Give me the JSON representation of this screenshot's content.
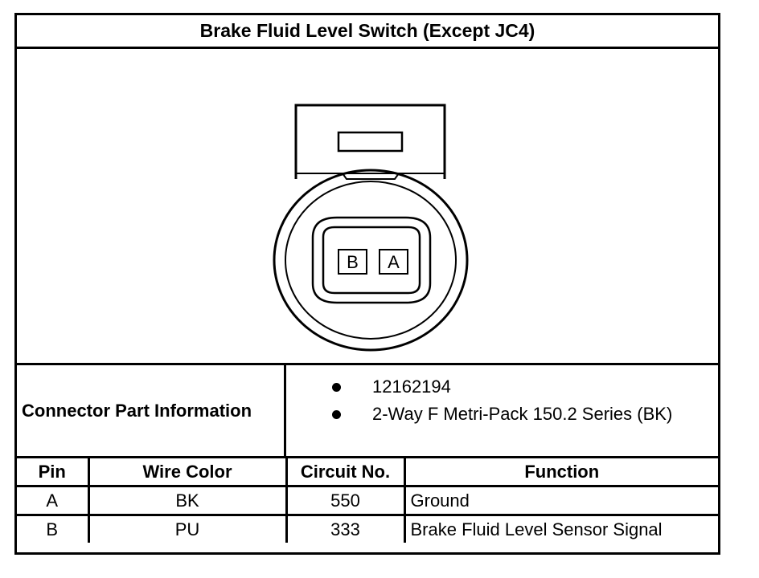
{
  "title": "Brake Fluid Level Switch (Except JC4)",
  "connector": {
    "cavity_labels": [
      "B",
      "A"
    ]
  },
  "connector_info": {
    "label": "Connector Part Information",
    "items": [
      "12162194",
      "2-Way F Metri-Pack 150.2 Series (BK)"
    ]
  },
  "pin_table": {
    "headers": [
      "Pin",
      "Wire Color",
      "Circuit No.",
      "Function"
    ],
    "rows": [
      [
        "A",
        "BK",
        "550",
        "Ground"
      ],
      [
        "B",
        "PU",
        "333",
        "Brake Fluid Level Sensor Signal"
      ]
    ]
  }
}
